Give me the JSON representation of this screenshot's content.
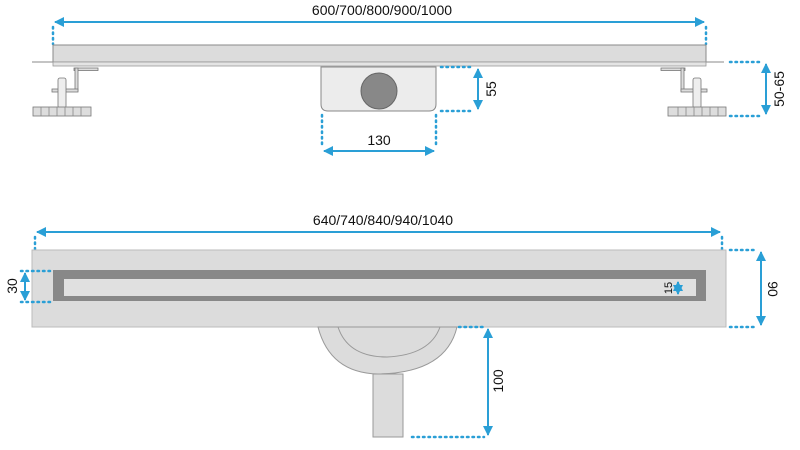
{
  "top_view": {
    "length_label": "600/700/800/900/1000",
    "outlet_width_label": "130",
    "outlet_height_label": "55",
    "adjust_height_label": "50-65"
  },
  "bottom_view": {
    "length_label": "640/740/840/940/1040",
    "width_label": "90",
    "grate_width_label": "30",
    "slot_width_label": "15",
    "outlet_length_label": "100"
  },
  "colors": {
    "dimension": "#2a9fd6",
    "body": "#dcdcdc",
    "frame": "#888888"
  }
}
